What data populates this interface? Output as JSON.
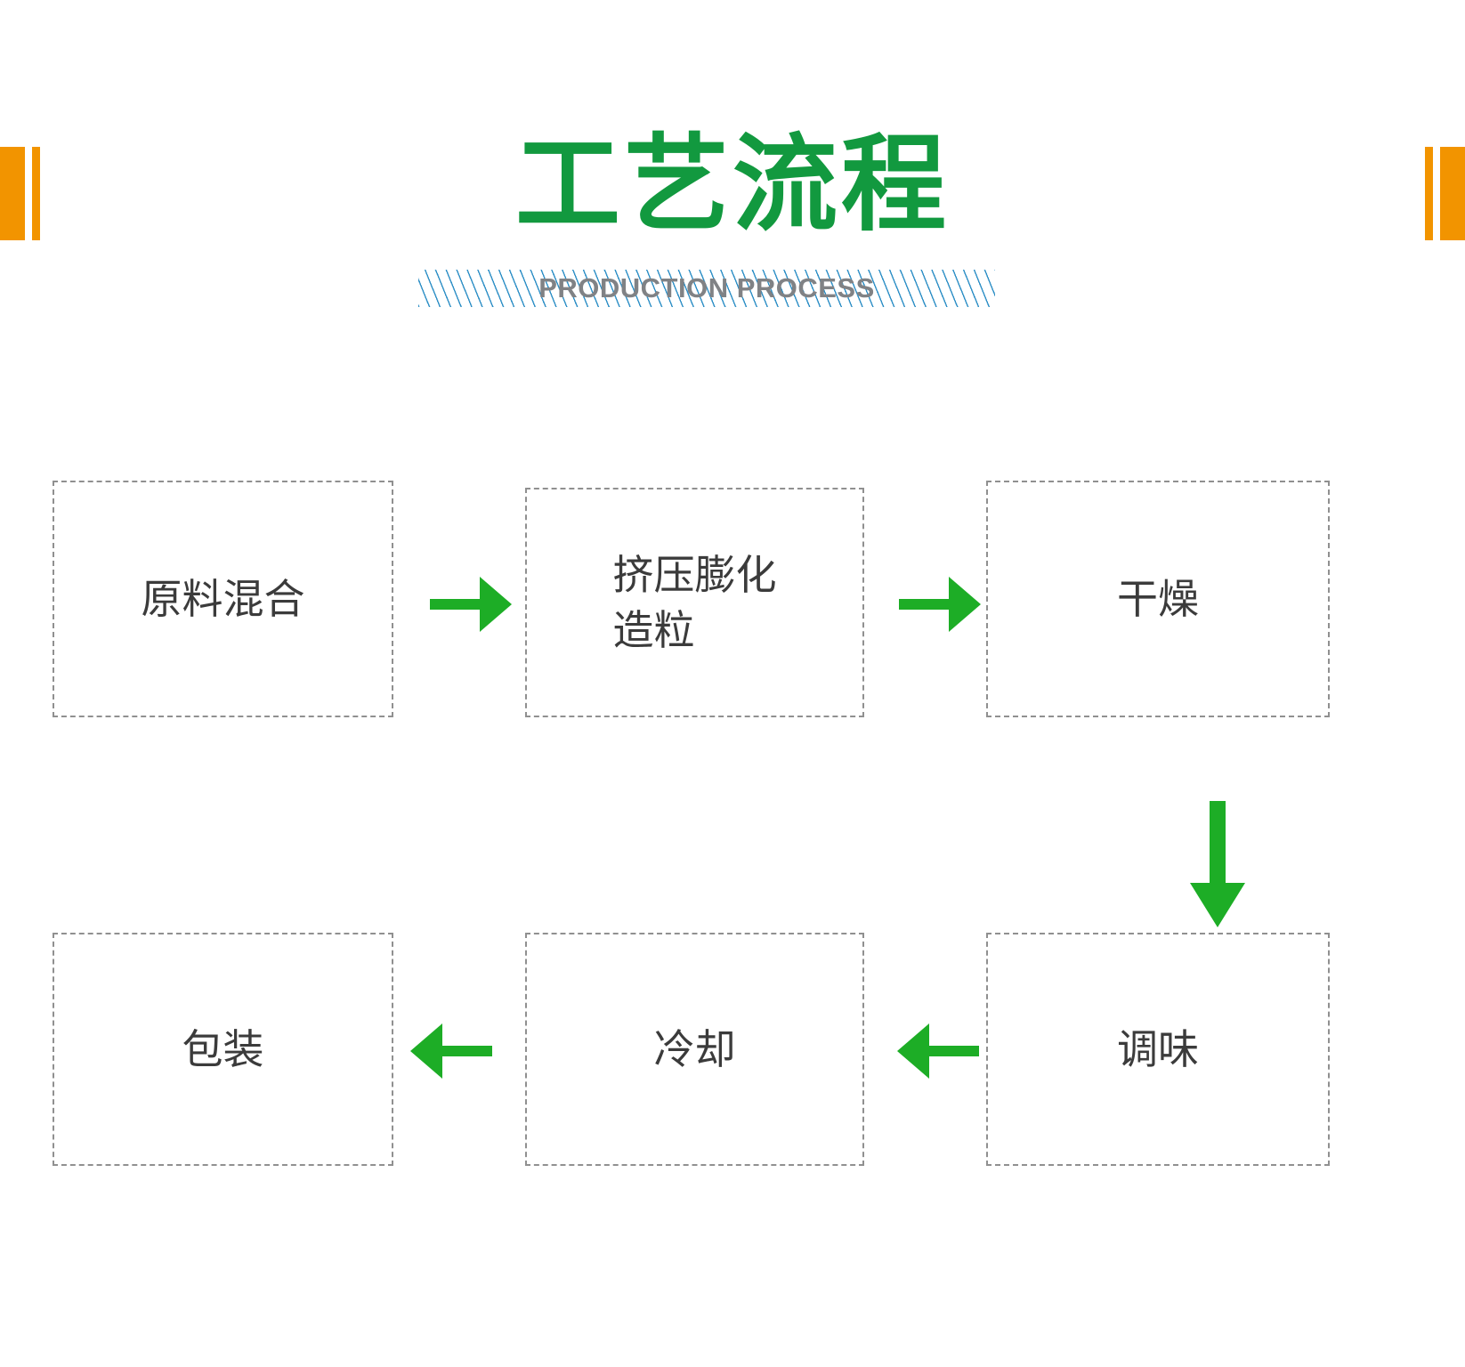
{
  "header": {
    "title": "工艺流程",
    "subtitle": "PRODUCTION PROCESS",
    "title_color": "#12993F",
    "subtitle_color": "#808285",
    "accent_color": "#F29400",
    "hatch_color": "#2E8FC6"
  },
  "flow": {
    "arrow_color": "#1DAD26",
    "box_border_color": "#909090",
    "label_color": "#3B3B3B",
    "nodes": [
      {
        "id": "mixing",
        "label": "原料混合",
        "row": 1,
        "col": 1
      },
      {
        "id": "extrusion",
        "label": "挤压膨化\n造粒",
        "row": 1,
        "col": 2
      },
      {
        "id": "drying",
        "label": "干燥",
        "row": 1,
        "col": 3
      },
      {
        "id": "packaging",
        "label": "包装",
        "row": 2,
        "col": 1
      },
      {
        "id": "cooling",
        "label": "冷却",
        "row": 2,
        "col": 2
      },
      {
        "id": "seasoning",
        "label": "调味",
        "row": 2,
        "col": 3
      }
    ],
    "connectors": [
      {
        "id": "mixing-to-extrusion",
        "from": "mixing",
        "to": "extrusion",
        "direction": "right"
      },
      {
        "id": "extrusion-to-drying",
        "from": "extrusion",
        "to": "drying",
        "direction": "right"
      },
      {
        "id": "drying-to-seasoning",
        "from": "drying",
        "to": "seasoning",
        "direction": "down"
      },
      {
        "id": "seasoning-to-cooling",
        "from": "seasoning",
        "to": "cooling",
        "direction": "left"
      },
      {
        "id": "cooling-to-packaging",
        "from": "cooling",
        "to": "packaging",
        "direction": "left"
      }
    ]
  }
}
